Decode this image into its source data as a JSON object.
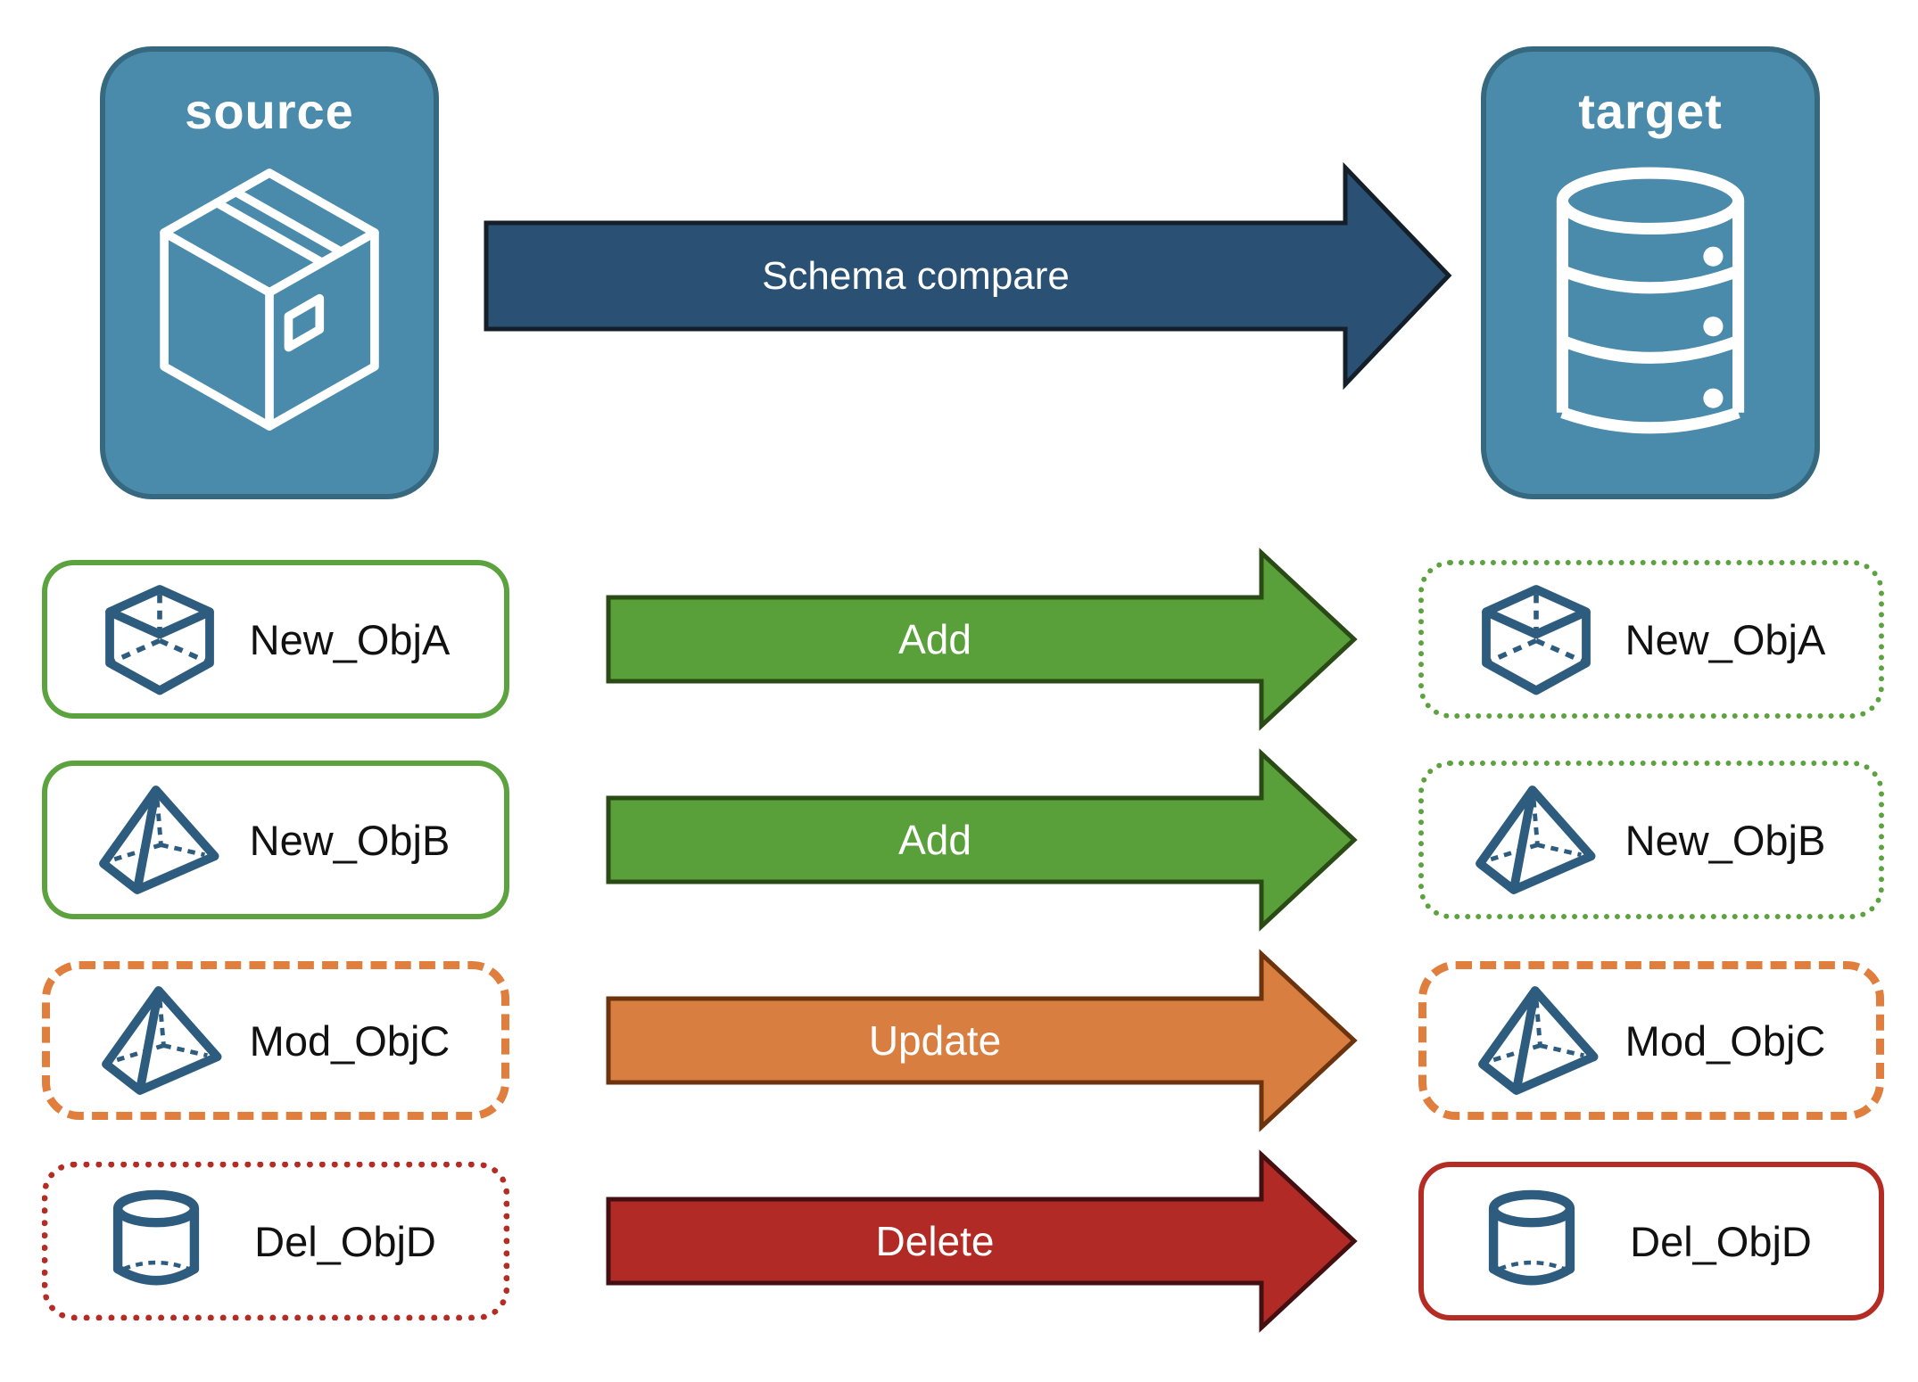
{
  "nodes": {
    "source": {
      "label": "source",
      "icon": "package-box-icon"
    },
    "target": {
      "label": "target",
      "icon": "database-icon"
    }
  },
  "compare_arrow": {
    "label": "Schema compare"
  },
  "rows": [
    {
      "object": "New_ObjA",
      "icon": "cube-icon",
      "action": "Add",
      "status": "new",
      "source_border": "solid-green",
      "target_border": "dotted-green"
    },
    {
      "object": "New_ObjB",
      "icon": "pyramid-icon",
      "action": "Add",
      "status": "new",
      "source_border": "solid-green",
      "target_border": "dotted-green"
    },
    {
      "object": "Mod_ObjC",
      "icon": "pyramid-icon",
      "action": "Update",
      "status": "modified",
      "source_border": "dashed-orange",
      "target_border": "dashed-orange"
    },
    {
      "object": "Del_ObjD",
      "icon": "cylinder-icon",
      "action": "Delete",
      "status": "deleted",
      "source_border": "dotted-red",
      "target_border": "solid-red"
    }
  ],
  "colors": {
    "node_fill": "#4a8aab",
    "node_border": "#36687f",
    "compare_arrow_fill": "#2a5173",
    "compare_arrow_outline": "#141f29",
    "add_arrow_fill": "#5aa03a",
    "add_arrow_outline": "#2a4a16",
    "update_arrow_fill": "#d97e41",
    "update_arrow_outline": "#6b340e",
    "delete_arrow_fill": "#b12a25",
    "delete_arrow_outline": "#440f10",
    "green_border": "#5ca33f",
    "orange_border": "#e07e3e",
    "red_border": "#b52c24",
    "object_icon_blue": "#2d5c7e"
  }
}
